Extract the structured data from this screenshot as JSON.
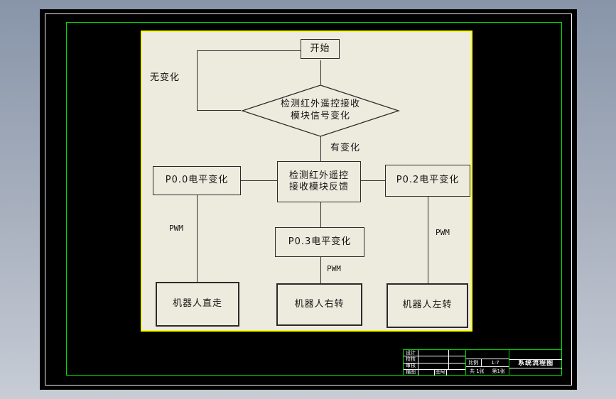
{
  "colors": {
    "background_top": "#8895a9",
    "background_bottom": "#c7ccd5",
    "sheet": "#000000",
    "frame_white": "#f2f2f2",
    "frame_green": "#00dd00",
    "canvas_bg": "#edebde",
    "canvas_border": "#ffff00",
    "flow_line": "#2b2b2b"
  },
  "flowchart": {
    "start": "开始",
    "decision": {
      "line1": "检测红外遥控接收",
      "line2": "模块信号变化"
    },
    "branch_no_change": "无变化",
    "branch_has_change": "有变化",
    "feedback": {
      "line1": "检测红外遥控",
      "line2": "接收模块反馈"
    },
    "p00": "P0.0电平变化",
    "p02": "P0.2电平变化",
    "p03": "P0.3电平变化",
    "pwm": "PWM",
    "robot_straight": "机器人直走",
    "robot_right": "机器人右转",
    "robot_left": "机器人左转"
  },
  "titleblock": {
    "rows": [
      "设计",
      "校核",
      "审核",
      "描图"
    ],
    "row4_label2": "图号",
    "scale_label": "比例",
    "scale_value": "1:7",
    "sheets_total": "共 1张",
    "sheet_no": "第1张",
    "drawing_title": "系统流程图"
  }
}
